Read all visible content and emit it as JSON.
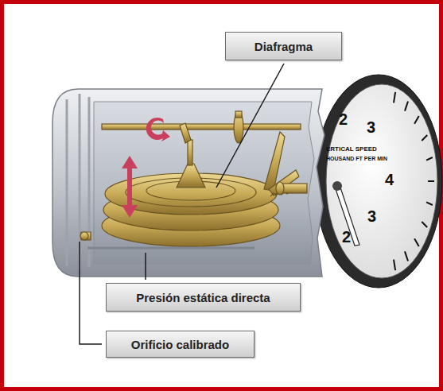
{
  "diagram": {
    "nodes": [
      {
        "text": [
          "Diafragma"
        ]
      },
      {
        "text": [
          "Presión estática directa"
        ]
      },
      {
        "text": [
          "Orificio calibrado"
        ]
      }
    ],
    "labels": [
      "2",
      "3",
      "ERTICAL SPEED",
      "HOUSAND FT PER MIN",
      "4",
      "3",
      "2"
    ]
  }
}
